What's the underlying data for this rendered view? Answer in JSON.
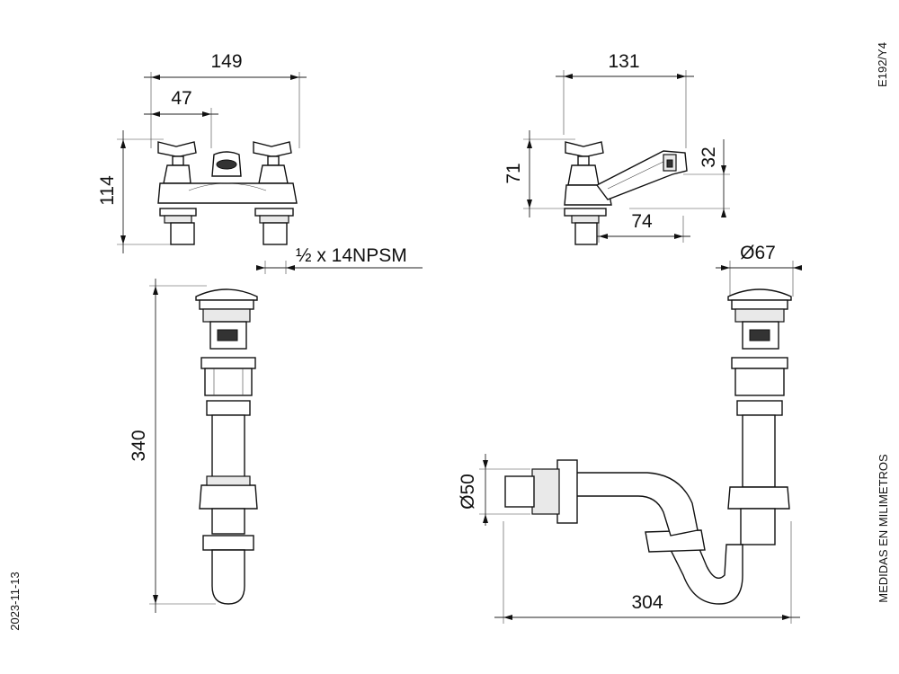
{
  "document_code": "E192/Y4",
  "units_note": "MEDIDAS EN MILIMETROS",
  "date": "2023-11-13",
  "dimensions": {
    "faucet_width": "149",
    "handle_spacing": "47",
    "faucet_height": "114",
    "thread_spec": "½ x 14NPSM",
    "side_depth": "131",
    "side_height": "71",
    "spout_drop": "32",
    "spout_reach": "74",
    "drain_length": "340",
    "drain_cap_diameter": "Ø67",
    "trap_outlet_diameter": "Ø50",
    "trap_length": "304"
  }
}
